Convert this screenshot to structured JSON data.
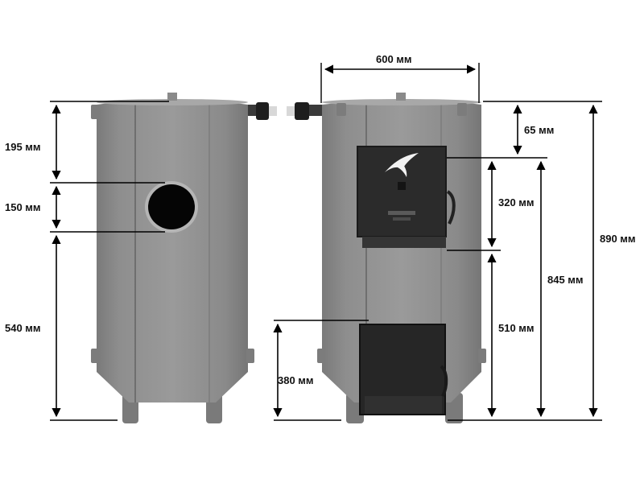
{
  "colors": {
    "boiler_body": "#8c8c8c",
    "boiler_shade": "#6e6e6e",
    "boiler_light": "#a3a3a3",
    "door": "#2b2b2b",
    "lines": "#000000",
    "background": "#ffffff"
  },
  "left_view": {
    "dimensions": {
      "top_section": "195 мм",
      "flue_opening": "150 мм",
      "lower_section": "540 мм"
    }
  },
  "right_view": {
    "dimensions": {
      "width": "600 мм",
      "top_offset": "65 мм",
      "upper_door": "320 мм",
      "upper_door_to_floor": "510 мм",
      "door_top_to_floor": "845 мм",
      "total_height": "890 мм",
      "ash_door_height": "380 мм"
    }
  },
  "icons": {
    "logo": "swallow-bird-logo",
    "flue": "flue-outlet-icon",
    "handle": "door-handle-icon"
  }
}
